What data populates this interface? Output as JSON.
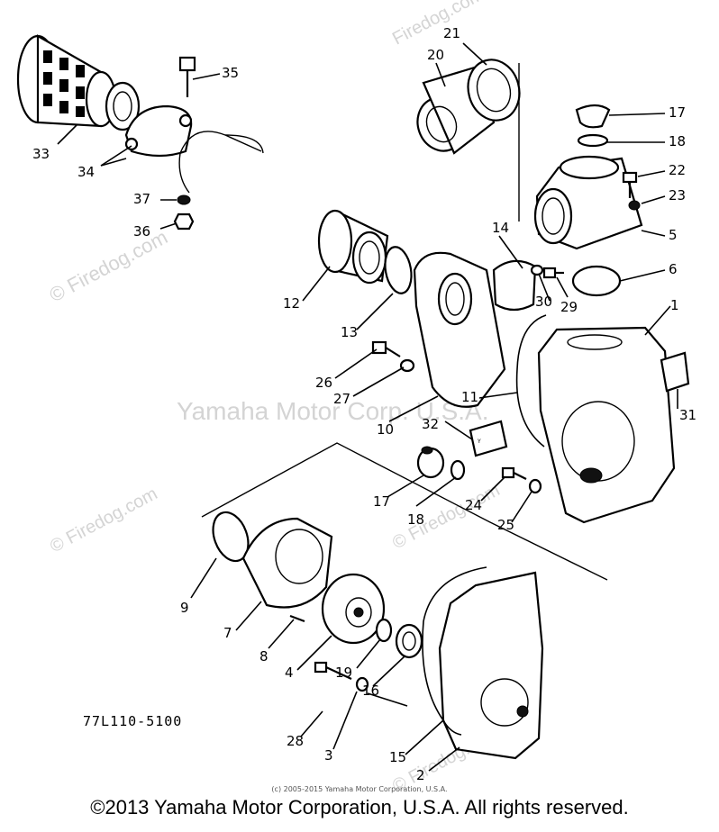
{
  "watermarks": {
    "main": "Yamaha Motor Corp. U.S.A.",
    "firedog": "© Firedog.com",
    "firedog_short": "Firedog.com"
  },
  "drawing_number": "77L110-5100",
  "small_copyright": "(c) 2005-2015 Yamaha Motor Corporation, U.S.A.",
  "footer_copyright": "©2013 Yamaha Motor Corporation, U.S.A. All rights reserved.",
  "callouts": {
    "c33": "33",
    "c34": "34",
    "c35": "35",
    "c37": "37",
    "c36": "36",
    "c20": "20",
    "c21": "21",
    "c17a": "17",
    "c18a": "18",
    "c22": "22",
    "c23": "23",
    "c5": "5",
    "c6": "6",
    "c14": "14",
    "c30": "30",
    "c29": "29",
    "c1": "1",
    "c12": "12",
    "c13": "13",
    "c26": "26",
    "c27": "27",
    "c10": "10",
    "c11": "11",
    "c31": "31",
    "c32": "32",
    "c17b": "17",
    "c18b": "18",
    "c24": "24",
    "c25": "25",
    "c9": "9",
    "c7": "7",
    "c8": "8",
    "c4": "4",
    "c19": "19",
    "c16": "16",
    "c28": "28",
    "c3": "3",
    "c15": "15",
    "c2": "2"
  }
}
